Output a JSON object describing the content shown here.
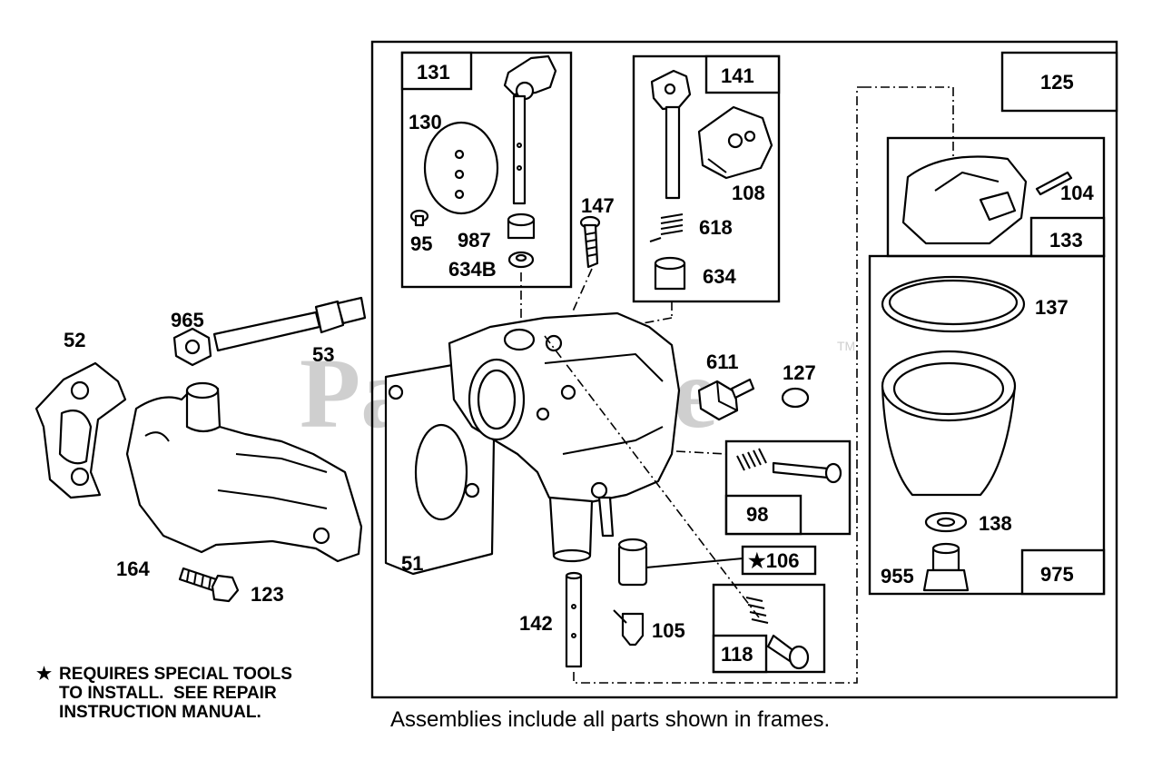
{
  "watermark": "PartsTree",
  "watermark_mark": "TM",
  "star_glyph": "★",
  "note_lines": "REQUIRES SPECIAL TOOLS\nTO INSTALL.  SEE REPAIR\nINSTRUCTION MANUAL.",
  "caption": "Assemblies include all parts shown in frames.",
  "parts": {
    "p52": "52",
    "p965": "965",
    "p53": "53",
    "p164": "164",
    "p123": "123",
    "p131": "131",
    "p130": "130",
    "p95": "95",
    "p987": "987",
    "p634b": "634B",
    "p147": "147",
    "p141": "141",
    "p108": "108",
    "p618": "618",
    "p634": "634",
    "p125": "125",
    "p104": "104",
    "p133": "133",
    "p137": "137",
    "p611": "611",
    "p127": "127",
    "p51": "51",
    "p98": "98",
    "p106": "★106",
    "p118": "118",
    "p142": "142",
    "p105": "105",
    "p138": "138",
    "p955": "955",
    "p975": "975"
  }
}
